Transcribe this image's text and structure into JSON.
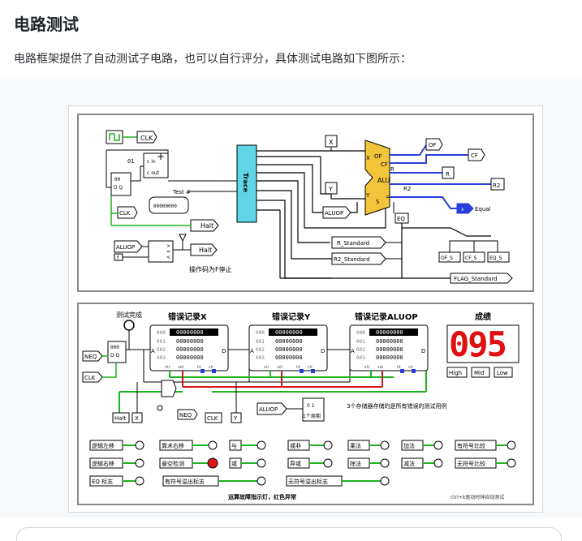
{
  "heading": "电路测试",
  "intro": "电路框架提供了自动测试子电路，也可以自行评分，具体测试电路如下图所示：",
  "colors": {
    "wire_green": "#1fb31f",
    "wire_blue": "#2a3fd9",
    "wire_black": "#000000",
    "trace_cyan": "#5fd6e6",
    "alu_yellow": "#f2c43a",
    "led_red": "#e01010",
    "lamp_red": "#d91616"
  },
  "top_circuit": {
    "clk": "CLK",
    "counter_labels": [
      "c in",
      "c out"
    ],
    "counter_value": "01",
    "reg_labels": [
      "D Q",
      "00"
    ],
    "test_label": "Test #",
    "test_value": "00000000",
    "trace_label": "Trace",
    "alu_ports": {
      "x": "X",
      "y": "Y",
      "of": "OF",
      "cf": "CF",
      "alu": "ALU",
      "r": "R",
      "r2": "R2",
      "s": "S",
      "eq": "="
    },
    "pins_top": [
      "X",
      "Y",
      "ALUOP"
    ],
    "outputs": [
      "OF",
      "CF",
      "R",
      "R2",
      "EQ"
    ],
    "equal_label": "Equal",
    "halt_labels": [
      "Halt",
      "Halt"
    ],
    "aluop_label": "ALUOP",
    "f_label": "f",
    "stop_note": "操作码为F停止",
    "standards": [
      "R_Standard",
      "R2_Standard",
      "OF_S",
      "CF_S",
      "EQ_S",
      "FLAG_Standard"
    ]
  },
  "bottom_circuit": {
    "test_done": "测试完成",
    "neq": "NEQ",
    "clk": "CLK",
    "d_q": "D Q",
    "reg_value": "000",
    "blocks": [
      {
        "title": "错误记录X",
        "rows": [
          [
            "000",
            "00000000"
          ],
          [
            "001",
            "00000000"
          ],
          [
            "002",
            "00000000"
          ],
          [
            "003",
            "00000000"
          ]
        ]
      },
      {
        "title": "错误记录Y",
        "rows": [
          [
            "000",
            "00000000"
          ],
          [
            "001",
            "00000000"
          ],
          [
            "002",
            "00000000"
          ],
          [
            "003",
            "00000000"
          ]
        ]
      },
      {
        "title": "错误记录ALUOP",
        "rows": [
          [
            "000",
            "00000000"
          ],
          [
            "001",
            "00000000"
          ],
          [
            "002",
            "00000000"
          ],
          [
            "003",
            "00000000"
          ]
        ]
      }
    ],
    "block_pins": [
      "A",
      "D",
      "str",
      "sel",
      "ld",
      "clr"
    ],
    "score_title": "成绩",
    "score_digits": "095",
    "score_labels": [
      "High",
      "Mid",
      "Low"
    ],
    "bottom_pins": [
      "Halt",
      "X",
      "NEQ",
      "CLK",
      "Y"
    ],
    "aluop": "ALUOP",
    "mux_label": "0 1",
    "neq_note": "1个周期",
    "storage_note": "3个存储器存储的是所有错误的测试用例",
    "indicators": [
      [
        "逻辑左移",
        "算术右移",
        "与",
        "或非",
        "乘法",
        "加法",
        "有符号比较"
      ],
      [
        "逻辑右移",
        "悬空检测",
        "或",
        "异或",
        "除法",
        "减法",
        "无符号比较"
      ],
      [
        "EQ 标志",
        "有符号溢出标志",
        "无符号溢出标志"
      ]
    ],
    "fault_note": "运算故障指示灯，红色异常",
    "clock_hint": "ctrl+k驱动时钟自动测试"
  }
}
